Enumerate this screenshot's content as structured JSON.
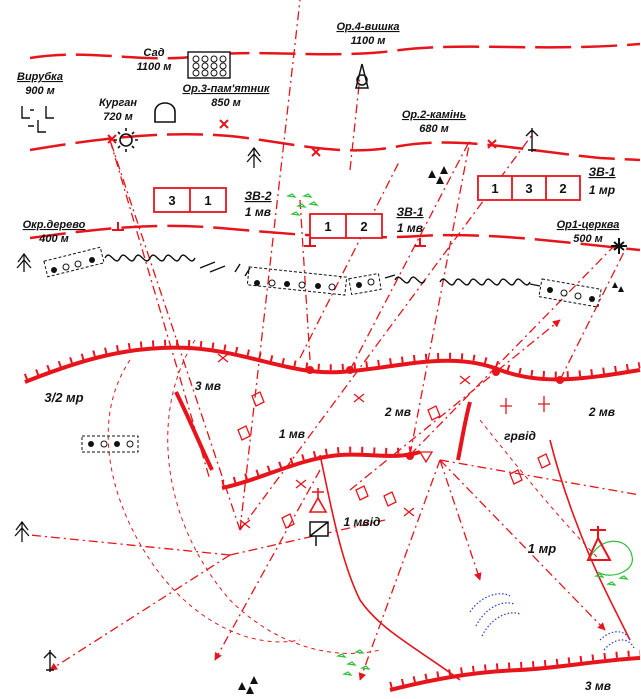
{
  "colors": {
    "red": "#e8141b",
    "black": "#111111",
    "green": "#2fbf3a",
    "blue": "#2a3bd6",
    "paper": "#ffffff"
  },
  "labels": {
    "landmark_4": "Ор.4-вишка",
    "landmark_4_dist": "1100 м",
    "garden": "Сад",
    "garden_dist": "1100 м",
    "clearing": "Вирубка",
    "clearing_dist": "900 м",
    "mound": "Курган",
    "mound_dist": "720 м",
    "landmark_3": "Ор.3-пам'ятник",
    "landmark_3_dist": "850 м",
    "landmark_2": "Ор.2-камінь",
    "landmark_2_dist": "680 м",
    "sep_tree": "Окр.дерево",
    "sep_tree_dist": "400 м",
    "landmark_1": "Ор1-церква",
    "landmark_1_dist": "500 м",
    "zv2": "ЗВ-2",
    "zv2_sub": "1 мв",
    "zv1_mid": "ЗВ-1",
    "zv1_mid_sub": "1 мв",
    "zv1_right": "ЗВ-1",
    "zv1_right_sub": "1 мр",
    "left_unit": "3/2 мр",
    "unit_3mv": "3 мв",
    "unit_1mv": "1 мв",
    "unit_2mv": "2 мв",
    "unit_hreid": "грвід",
    "unit_2mv_right": "2 мв",
    "unit_1mvid": "1 мвід",
    "unit_1mr": "1 мр",
    "unit_3mv_bottom": "3 мв"
  },
  "boxes": {
    "left": [
      "3",
      "1"
    ],
    "mid": [
      "1",
      "2"
    ],
    "right": [
      "1",
      "3",
      "2"
    ]
  },
  "icons": [
    "tower-icon",
    "orchard-icon",
    "monument-icon",
    "stone-icon",
    "mound-icon",
    "tree-icon",
    "church-icon",
    "command-post-icon",
    "clearing-icon",
    "flag-icon"
  ]
}
